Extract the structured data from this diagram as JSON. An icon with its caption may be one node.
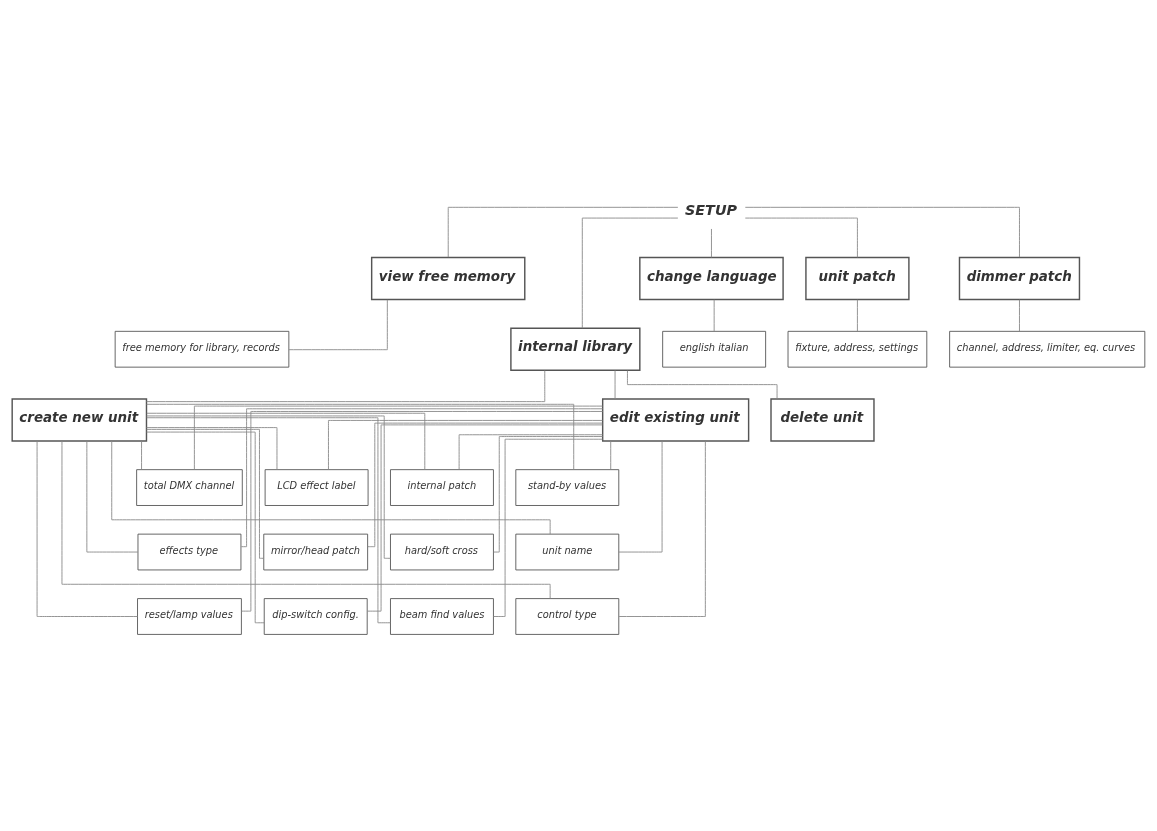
{
  "diagram": {
    "nodes": [
      {
        "text": [
          "SETUP"
        ]
      },
      {
        "text": [
          "internal library"
        ]
      },
      {
        "text": [
          "view free memory"
        ]
      },
      {
        "text": [
          "change language"
        ]
      },
      {
        "text": [
          "unit patch"
        ]
      },
      {
        "text": [
          "dimmer patch"
        ]
      },
      {
        "text": [
          "free memory for library, records"
        ]
      },
      {
        "text": [
          "english italian"
        ]
      },
      {
        "text": [
          "fixture, address, settings"
        ]
      },
      {
        "text": [
          "channel, address, limiter, eq. curves"
        ]
      },
      {
        "text": [
          "create new unit"
        ]
      },
      {
        "text": [
          "edit existing unit"
        ]
      },
      {
        "text": [
          "delete unit"
        ]
      },
      {
        "text": [
          "total DMX channel"
        ]
      },
      {
        "text": [
          "LCD effect label"
        ]
      },
      {
        "text": [
          "internal patch"
        ]
      },
      {
        "text": [
          "stand-by values"
        ]
      },
      {
        "text": [
          "effects type"
        ]
      },
      {
        "text": [
          "mirror/head patch"
        ]
      },
      {
        "text": [
          "hard/soft cross"
        ]
      },
      {
        "text": [
          "unit name"
        ]
      },
      {
        "text": [
          "reset/lamp values"
        ]
      },
      {
        "text": [
          "dip-switch config."
        ]
      },
      {
        "text": [
          "beam find values"
        ]
      },
      {
        "text": [
          "control type"
        ]
      }
    ],
    "edges": [
      {
        "from": 0,
        "to": 1,
        "arrow": "none"
      },
      {
        "from": 0,
        "to": 2,
        "arrow": "none"
      },
      {
        "from": 0,
        "to": 3,
        "arrow": "none"
      },
      {
        "from": 0,
        "to": 4,
        "arrow": "none"
      },
      {
        "from": 0,
        "to": 5,
        "arrow": "none"
      },
      {
        "from": 2,
        "to": 6,
        "arrow": "none"
      },
      {
        "from": 3,
        "to": 7,
        "arrow": "none"
      },
      {
        "from": 4,
        "to": 8,
        "arrow": "none"
      },
      {
        "from": 5,
        "to": 9,
        "arrow": "none"
      },
      {
        "from": 1,
        "to": 10,
        "arrow": "none"
      },
      {
        "from": 1,
        "to": 11,
        "arrow": "none"
      },
      {
        "from": 1,
        "to": 12,
        "arrow": "none"
      },
      {
        "from": 10,
        "to": 13,
        "arrow": "none"
      },
      {
        "from": 10,
        "to": 14,
        "arrow": "none"
      },
      {
        "from": 10,
        "to": 15,
        "arrow": "none"
      },
      {
        "from": 10,
        "to": 16,
        "arrow": "none"
      },
      {
        "from": 10,
        "to": 17,
        "arrow": "none"
      },
      {
        "from": 10,
        "to": 18,
        "arrow": "none"
      },
      {
        "from": 10,
        "to": 19,
        "arrow": "none"
      },
      {
        "from": 10,
        "to": 20,
        "arrow": "none"
      },
      {
        "from": 10,
        "to": 21,
        "arrow": "none"
      },
      {
        "from": 10,
        "to": 22,
        "arrow": "none"
      },
      {
        "from": 10,
        "to": 23,
        "arrow": "none"
      },
      {
        "from": 10,
        "to": 24,
        "arrow": "none"
      },
      {
        "from": 11,
        "to": 13,
        "arrow": "none"
      },
      {
        "from": 11,
        "to": 14,
        "arrow": "none"
      },
      {
        "from": 11,
        "to": 15,
        "arrow": "none"
      },
      {
        "from": 11,
        "to": 16,
        "arrow": "none"
      },
      {
        "from": 11,
        "to": 17,
        "arrow": "none"
      },
      {
        "from": 11,
        "to": 18,
        "arrow": "none"
      },
      {
        "from": 11,
        "to": 19,
        "arrow": "none"
      },
      {
        "from": 11,
        "to": 20,
        "arrow": "none"
      },
      {
        "from": 11,
        "to": 21,
        "arrow": "none"
      },
      {
        "from": 11,
        "to": 22,
        "arrow": "none"
      },
      {
        "from": 11,
        "to": 23,
        "arrow": "none"
      },
      {
        "from": 11,
        "to": 24,
        "arrow": "none"
      }
    ]
  }
}
